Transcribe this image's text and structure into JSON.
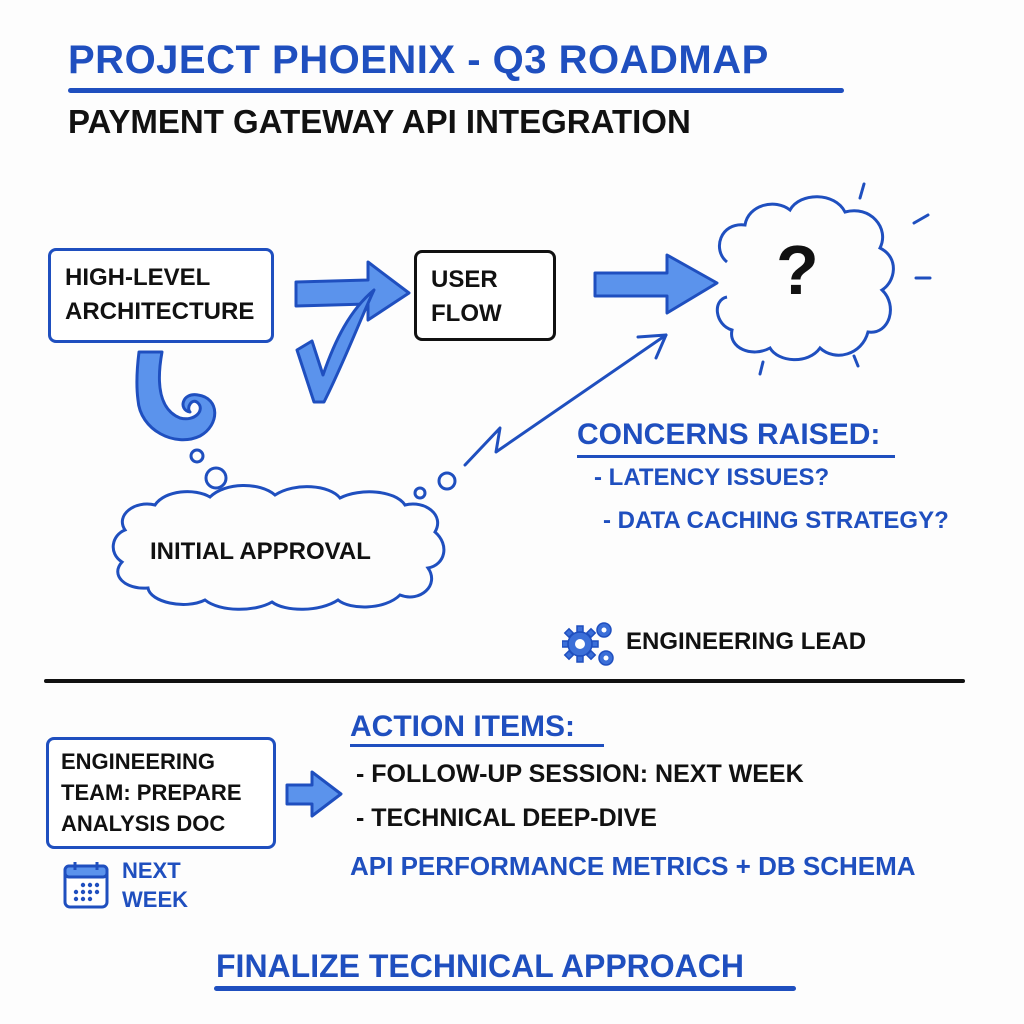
{
  "header": {
    "title": "PROJECT PHOENIX - Q3 ROADMAP",
    "subtitle": "PAYMENT GATEWAY API INTEGRATION"
  },
  "flow": {
    "nodes": [
      {
        "id": "hla",
        "label_lines": [
          "HIGH-LEVEL",
          "ARCHITECTURE"
        ],
        "shape": "rounded-box",
        "border": "#1f4fbf"
      },
      {
        "id": "user_flow",
        "label_lines": [
          "USER",
          "FLOW"
        ],
        "shape": "rounded-box",
        "border": "#111111"
      },
      {
        "id": "unknown",
        "label": "?",
        "shape": "cloud",
        "border": "#1f4fbf"
      },
      {
        "id": "initial_approval",
        "label": "INITIAL APPROVAL",
        "shape": "cloud",
        "border": "#1f4fbf"
      }
    ],
    "edges": [
      {
        "from": "hla",
        "to": "user_flow",
        "style": "thick-arrow-with-checkmark"
      },
      {
        "from": "user_flow",
        "to": "unknown",
        "style": "thick-arrow"
      },
      {
        "from": "hla",
        "to": "initial_approval",
        "style": "curl-thought-bubble"
      },
      {
        "from": "initial_approval",
        "to": "unknown",
        "style": "zigzag-thin-arrow"
      }
    ]
  },
  "concerns": {
    "title": "CONCERNS RAISED:",
    "items": [
      "- LATENCY ISSUES?",
      "- DATA CACHING STRATEGY?"
    ]
  },
  "owner": {
    "icon": "gears-icon",
    "label": "ENGINEERING LEAD"
  },
  "task": {
    "label_lines": [
      "ENGINEERING",
      "TEAM: PREPARE",
      "ANALYSIS DOC"
    ],
    "due_icon": "calendar-icon",
    "due_lines": [
      "NEXT",
      "WEEK"
    ]
  },
  "actions": {
    "title": "ACTION ITEMS:",
    "items": [
      "- FOLLOW-UP SESSION: NEXT WEEK",
      "- TECHNICAL DEEP-DIVE"
    ],
    "focus": "API PERFORMANCE METRICS + DB SCHEMA"
  },
  "footer": {
    "goal": "FINALIZE TECHNICAL APPROACH"
  },
  "colors": {
    "accent": "#1f4fbf",
    "arrow_fill": "#5b93ec",
    "ink": "#111111",
    "background": "#fdfdfd"
  }
}
